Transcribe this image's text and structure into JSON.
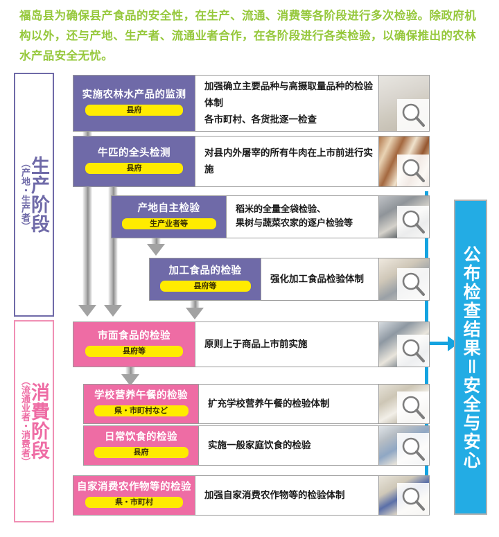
{
  "intro": "福岛县为确保县产食品的安全性，在生产、流通、消费等各阶段进行多次检验。除政府机构以外，还与产地、生产者、流通业者合作，在各阶段进行各类检验，以确保推出的农林水产品安全无忧。",
  "colors": {
    "intro_green": "#96c83c",
    "production_purple": "#6f6aa8",
    "consumption_pink": "#ee6ca4",
    "badge_yellow": "#ffeb00",
    "result_blue": "#23ace4",
    "connector_blue": "#14a3e0",
    "arrow_gray": "#a2a2a2"
  },
  "stages": {
    "production": {
      "title": "生产阶段",
      "subtitle": "（产地・生产者）"
    },
    "consumption": {
      "title": "消費阶段",
      "subtitle": "（流通业者・消费者）"
    }
  },
  "rows": [
    {
      "id": "monitoring-agri-forest-fishery",
      "title": "实施农林水产品的监测",
      "badge": "县府",
      "desc": [
        "加强确立主要品种与高摄取量品种的检验体制",
        "各市町村、各货批逐一检查"
      ],
      "photo": "lab-inspection-photo"
    },
    {
      "id": "cattle-full-head-test",
      "title": "牛匹的全头检测",
      "badge": "县府",
      "desc": [
        "对县内外屠宰的所有牛肉在上市前进行实施"
      ],
      "photo": "beef-carcass-photo"
    },
    {
      "id": "producer-self-inspection",
      "title": "产地自主检验",
      "badge": "生产业者等",
      "desc": [
        "稻米的全量全袋检验、",
        "果树与蔬菜农家的逐户检验等"
      ],
      "photo": "rice-bag-scanner-photo"
    },
    {
      "id": "processed-food-inspection",
      "title": "加工食品的检验",
      "badge": "县府等",
      "desc": [
        "强化加工食品检验体制"
      ],
      "photo": "processed-food-lab-photo"
    },
    {
      "id": "market-food-inspection",
      "title": "市面食品的检验",
      "badge": "县府等",
      "desc": [
        "原则上于商品上市前实施"
      ],
      "photo": "analyst-at-console-photo"
    },
    {
      "id": "school-lunch-inspection",
      "title": "学校营养午餐的检验",
      "badge": "県・市町村など",
      "desc": [
        "扩充学校营养午餐的检验体制"
      ],
      "photo": "school-lunch-sample-photo"
    },
    {
      "id": "daily-meal-inspection",
      "title": "日常饮食的检验",
      "badge": "县府",
      "desc": [
        "实施一般家庭饮食的检验"
      ],
      "photo": "home-meal-sampling-photo"
    },
    {
      "id": "home-grown-crop-inspection",
      "title": "自家消费农作物等的检验",
      "badge": "県・市町村",
      "desc": [
        "加强自家消费农作物等的检验体制"
      ],
      "photo": "home-crop-measuring-photo"
    }
  ],
  "result_panel": {
    "text": "公布检查结果＝安全与安心"
  }
}
